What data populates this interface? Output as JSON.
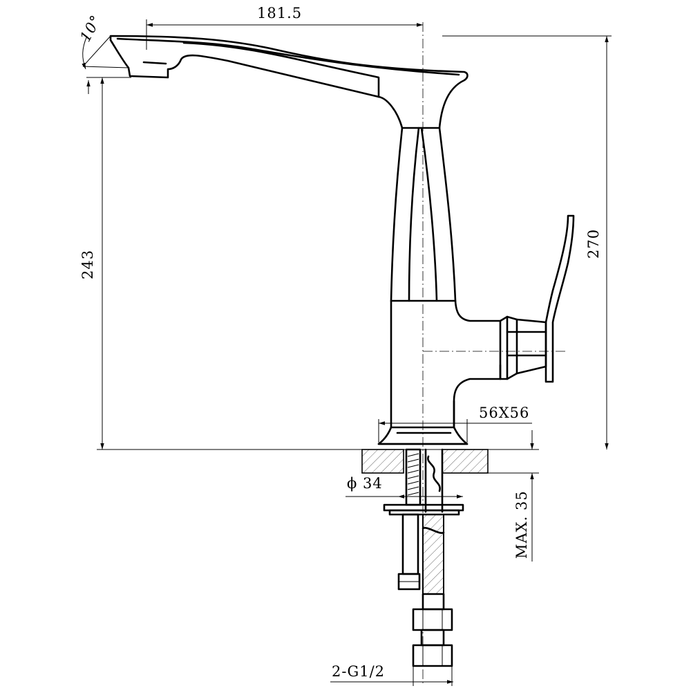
{
  "drawing": {
    "dimensions": {
      "spout_angle": "10°",
      "spout_reach": "181.5",
      "spout_height": "243",
      "total_height": "270",
      "base_size": "56X56",
      "hole_diameter": "ϕ 34",
      "max_deck": "MAX. 35",
      "connection": "2-G1/2"
    }
  }
}
